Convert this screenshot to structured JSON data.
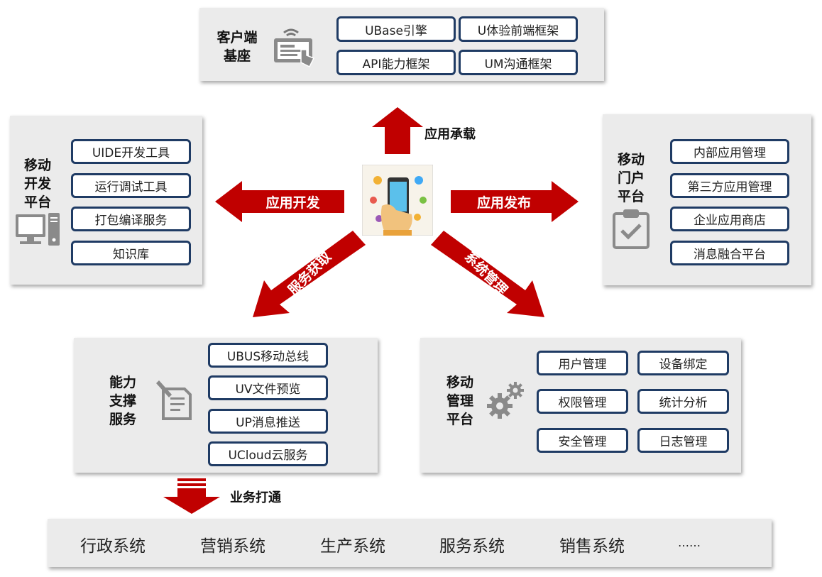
{
  "client_base": {
    "title": "客户端\n基座",
    "items": [
      "UBase引擎",
      "U体验前端框架",
      "API能力框架",
      "UM沟通框架"
    ]
  },
  "dev_platform": {
    "title": "移动\n开发\n平台",
    "items": [
      "UIDE开发工具",
      "运行调试工具",
      "打包编译服务",
      "知识库"
    ]
  },
  "portal_platform": {
    "title": "移动\n门户\n平台",
    "items": [
      "内部应用管理",
      "第三方应用管理",
      "企业应用商店",
      "消息融合平台"
    ]
  },
  "capability": {
    "title": "能力\n支撑\n服务",
    "items": [
      "UBUS移动总线",
      "UV文件预览",
      "UP消息推送",
      "UCloud云服务"
    ]
  },
  "mgmt_platform": {
    "title": "移动\n管理\n平台",
    "items": [
      "用户管理",
      "设备绑定",
      "权限管理",
      "统计分析",
      "安全管理",
      "日志管理"
    ]
  },
  "arrows": {
    "app_carry": "应用承载",
    "app_dev": "应用开发",
    "app_publish": "应用发布",
    "service_get": "服务获取",
    "sys_manage": "系统管理",
    "biz_connect": "业务打通"
  },
  "systems": [
    "行政系统",
    "营销系统",
    "生产系统",
    "服务系统",
    "销售系统",
    "……"
  ],
  "colors": {
    "arrow": "#c00000",
    "pill_border": "#1f3b64",
    "panel": "#ebebeb"
  }
}
